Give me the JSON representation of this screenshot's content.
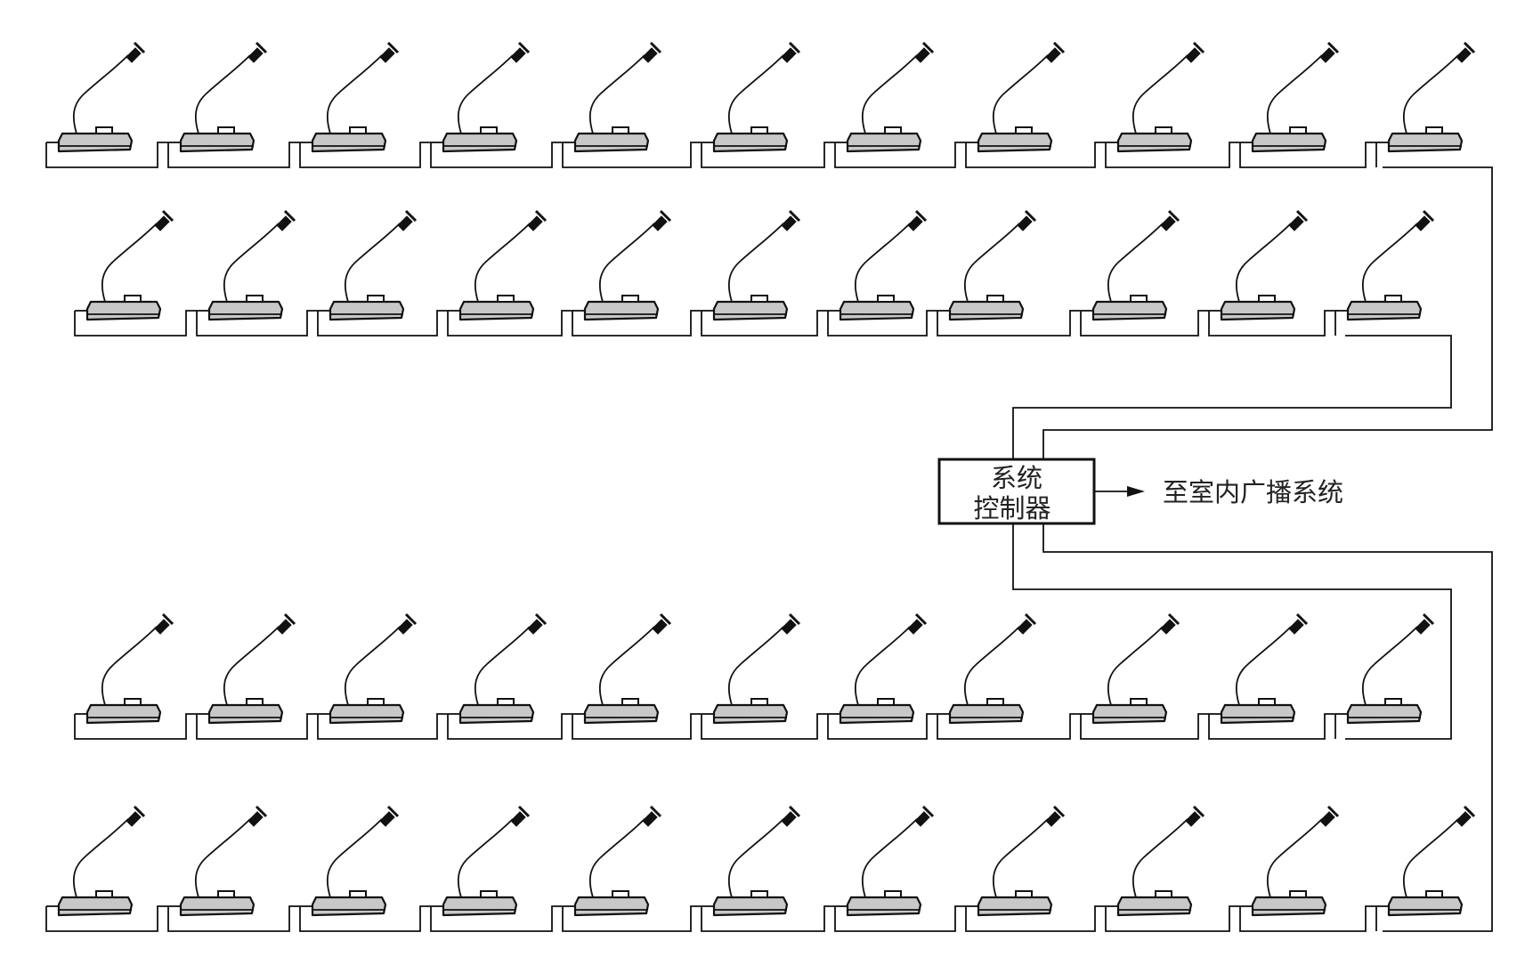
{
  "controller": {
    "label_line1": "系统",
    "label_line2": "控制器"
  },
  "output": {
    "label": "至室内广播系统"
  },
  "rows": [
    {
      "name": "row-1",
      "units": 11
    },
    {
      "name": "row-2",
      "units": 11
    },
    {
      "name": "row-3",
      "units": 11
    },
    {
      "name": "row-4",
      "units": 11
    }
  ],
  "colors": {
    "line": "#111111",
    "unit_fill": "#c8c8c8"
  }
}
